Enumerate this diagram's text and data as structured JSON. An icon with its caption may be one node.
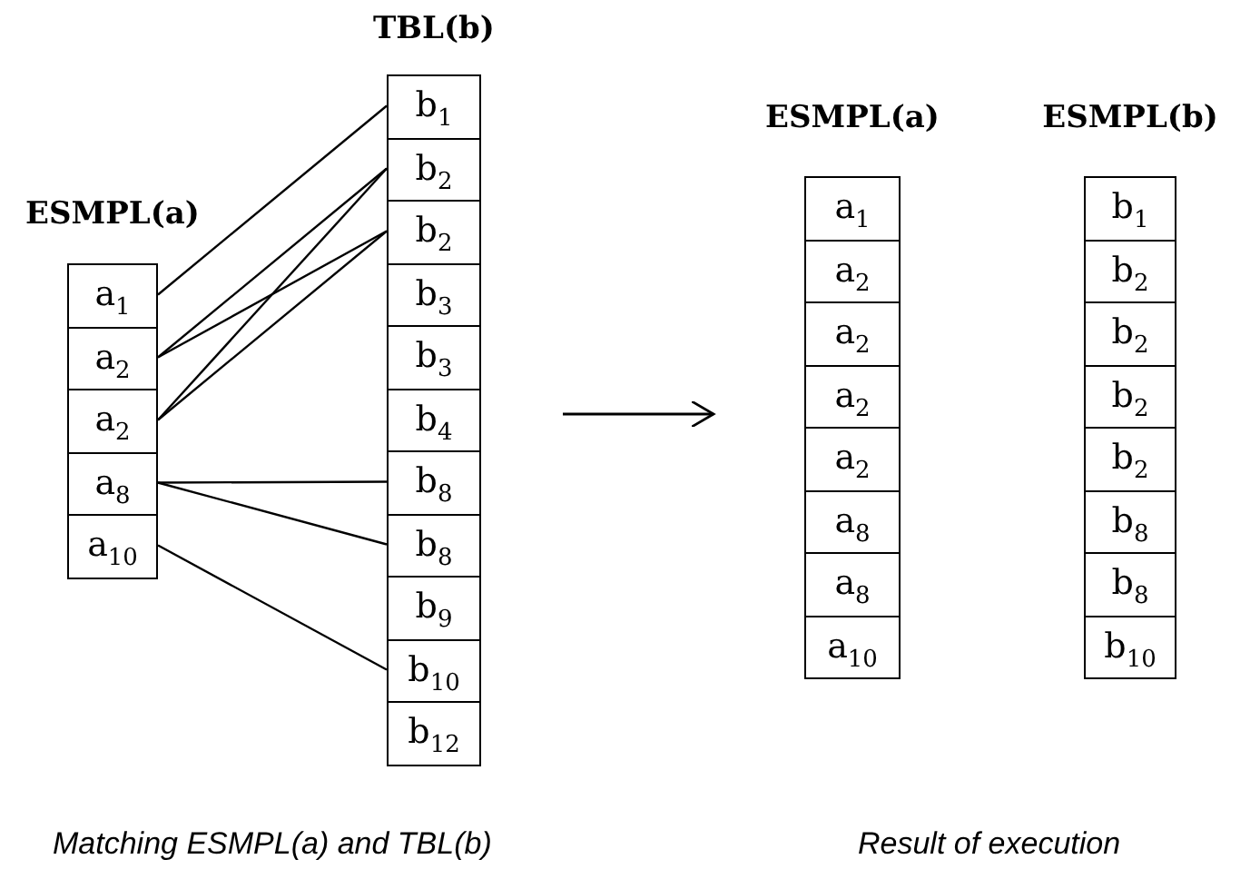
{
  "diagram": {
    "nodes": [
      {
        "text": [
          "ESMPL(a)"
        ]
      },
      {
        "text": [
          "a$_{1}$"
        ],
        "in": 0
      },
      {
        "text": [
          "a$_{2}$"
        ],
        "in": 0
      },
      {
        "text": [
          "a$_{2}$"
        ],
        "in": 0
      },
      {
        "text": [
          "a$_{8}$"
        ],
        "in": 0
      },
      {
        "text": [
          "a$_{10}$"
        ],
        "in": 0
      },
      {
        "text": [
          "TBL(b)"
        ]
      },
      {
        "text": [
          "b$_{1}$"
        ],
        "in": 6
      },
      {
        "text": [
          "b$_{2}$"
        ],
        "in": 6
      },
      {
        "text": [
          "b$_{2}$"
        ],
        "in": 6
      },
      {
        "text": [
          "b$_{3}$"
        ],
        "in": 6
      },
      {
        "text": [
          "b$_{3}$"
        ],
        "in": 6
      },
      {
        "text": [
          "b$_{4}$"
        ],
        "in": 6
      },
      {
        "text": [
          "b$_{8}$"
        ],
        "in": 6
      },
      {
        "text": [
          "b$_{8}$"
        ],
        "in": 6
      },
      {
        "text": [
          "b$_{9}$"
        ],
        "in": 6
      },
      {
        "text": [
          "b$_{10}$"
        ],
        "in": 6
      },
      {
        "text": [
          "b$_{12}$"
        ],
        "in": 6
      },
      {
        "text": [
          "ESMPL(a)"
        ]
      },
      {
        "text": [
          "a$_{1}$"
        ],
        "in": 18
      },
      {
        "text": [
          "a$_{2}$"
        ],
        "in": 18
      },
      {
        "text": [
          "a$_{2}$"
        ],
        "in": 18
      },
      {
        "text": [
          "a$_{2}$"
        ],
        "in": 18
      },
      {
        "text": [
          "a$_{2}$"
        ],
        "in": 18
      },
      {
        "text": [
          "a$_{8}$"
        ],
        "in": 18
      },
      {
        "text": [
          "a$_{8}$"
        ],
        "in": 18
      },
      {
        "text": [
          "a$_{10}$"
        ],
        "in": 18
      },
      {
        "text": [
          "ESMPL(b)"
        ]
      },
      {
        "text": [
          "b$_{1}$"
        ],
        "in": 27
      },
      {
        "text": [
          "b$_{2}$"
        ],
        "in": 27
      },
      {
        "text": [
          "b$_{2}$"
        ],
        "in": 27
      },
      {
        "text": [
          "b$_{2}$"
        ],
        "in": 27
      },
      {
        "text": [
          "b$_{2}$"
        ],
        "in": 27
      },
      {
        "text": [
          "b$_{8}$"
        ],
        "in": 27
      },
      {
        "text": [
          "b$_{8}$"
        ],
        "in": 27
      },
      {
        "text": [
          "b$_{10}$"
        ],
        "in": 27
      }
    ],
    "edges": [
      {
        "from": 1,
        "to": 7,
        "arrow": "none"
      },
      {
        "from": 2,
        "to": 8,
        "arrow": "none"
      },
      {
        "from": 2,
        "to": 9,
        "arrow": "none"
      },
      {
        "from": 3,
        "to": 8,
        "arrow": "none"
      },
      {
        "from": 3,
        "to": 9,
        "arrow": "none"
      },
      {
        "from": 4,
        "to": 13,
        "arrow": "none"
      },
      {
        "from": 4,
        "to": 14,
        "arrow": "none"
      },
      {
        "from": 5,
        "to": 16,
        "arrow": "none"
      },
      {
        "from": 6,
        "to": 18,
        "arrow": "to"
      }
    ],
    "labels": [
      "Matching ESMPL(a) and TBL(b)",
      "Result of execution"
    ]
  }
}
